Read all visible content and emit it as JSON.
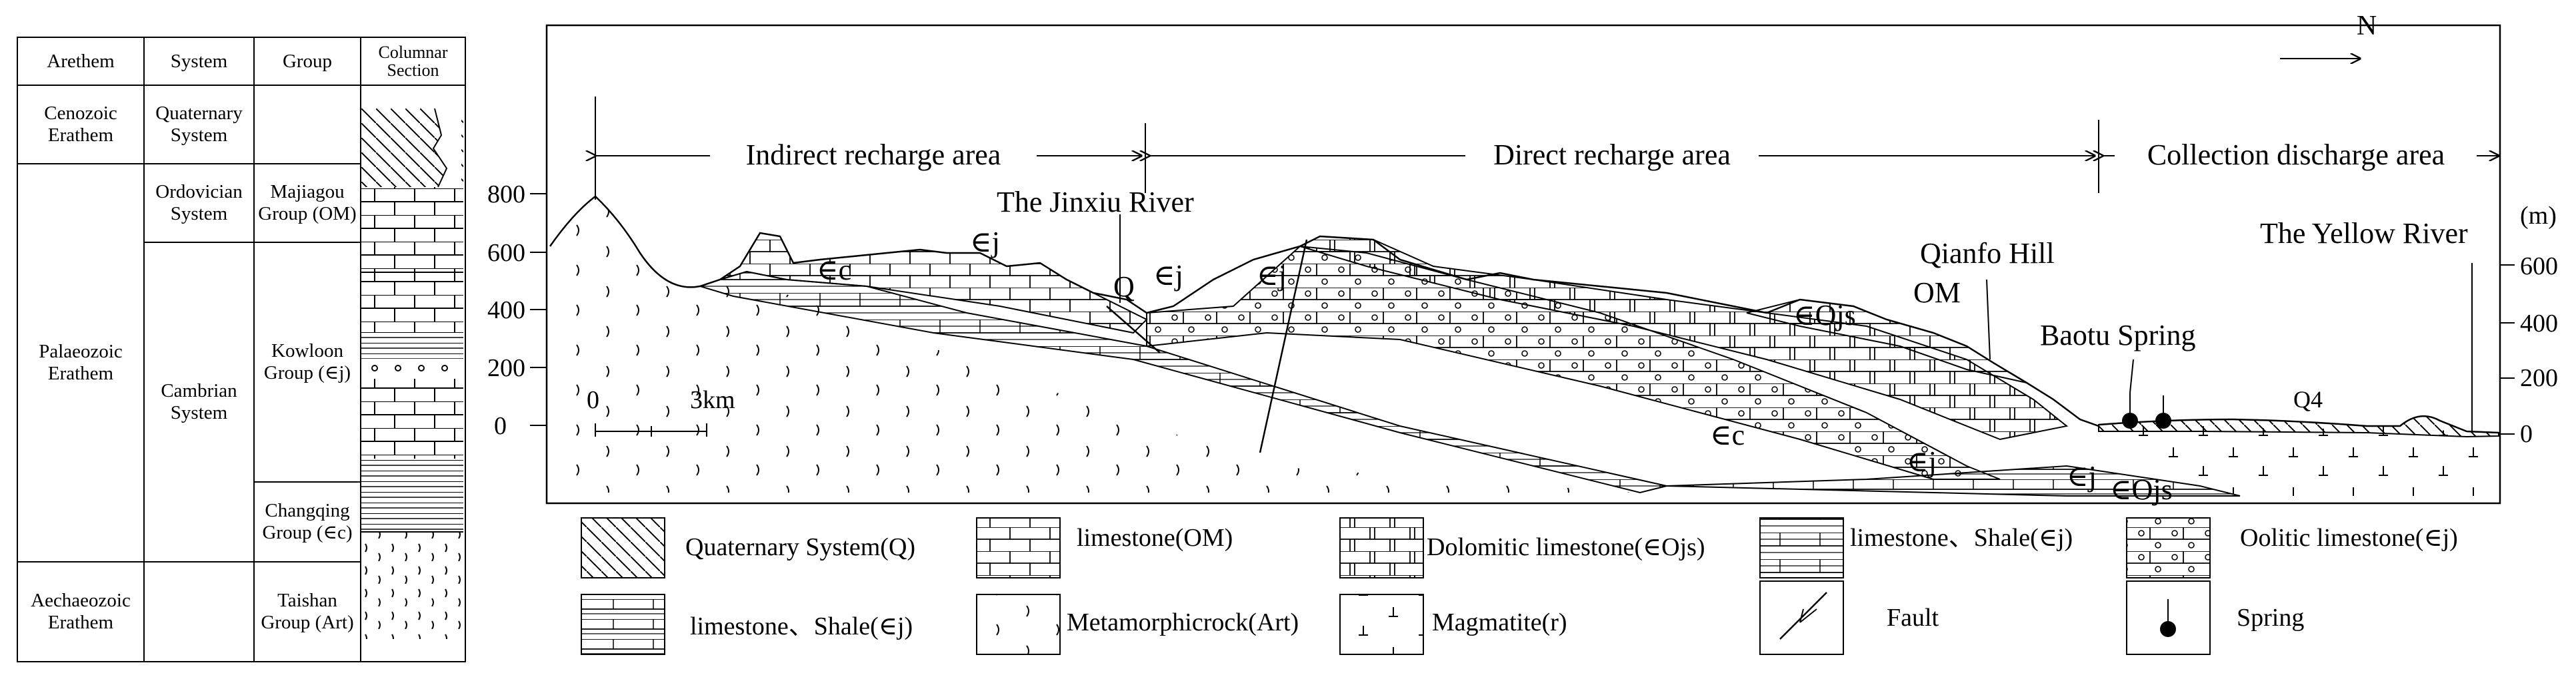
{
  "strat_table": {
    "headers": [
      "Arethem",
      "System",
      "Group",
      "Columnar Section"
    ],
    "rows": {
      "cenozoic": {
        "erathem": "Cenozoic Erathem",
        "system": "Quaternary System"
      },
      "palaeozoic": {
        "erathem": "Palaeozoic Erathem"
      },
      "ordovician": {
        "system": "Ordovician System",
        "group": "Majiagou Group (OM)"
      },
      "cambrian": {
        "system": "Cambrian System",
        "group_kowloon": "Kowloon Group (∈j)",
        "group_changqing": "Changqing Group (∈c)"
      },
      "aechaeozoic": {
        "erathem": "Aechaeozoic Erathem",
        "group": "Taishan Group (Art)"
      }
    }
  },
  "section": {
    "north_label": "N",
    "areas": [
      "Indirect recharge area",
      "Direct recharge area",
      "Collection discharge area"
    ],
    "left_axis_ticks": [
      "800",
      "600",
      "400",
      "200",
      "0"
    ],
    "right_axis_unit": "(m)",
    "right_axis_ticks": [
      "600",
      "400",
      "200",
      "0"
    ],
    "scale_bar": {
      "start": "0",
      "end": "3km"
    },
    "labels": {
      "jinxiu": "The Jinxiu River",
      "qianfo": "Qianfo Hill",
      "baotu": "Baotu Spring",
      "yellow": "The Yellow River",
      "q4": "Q4",
      "c1": "∈c",
      "j1": "∈j",
      "q": "Q",
      "j2": "∈j",
      "j3": "∈j",
      "ojs1": "∈Ojs",
      "om": "OM",
      "c2": "∈c",
      "j4": "∈j",
      "j5": "∈j",
      "ojs2": "∈Ojs"
    }
  },
  "legend": [
    {
      "key": "quaternary",
      "label": "Quaternary System(Q)"
    },
    {
      "key": "limestone_om",
      "label": "limestone(OM)"
    },
    {
      "key": "dolomitic",
      "label": "Dolomitic limestone(∈Ojs)"
    },
    {
      "key": "ls_shale_1",
      "label": "limestone、Shale(∈j)"
    },
    {
      "key": "oolitic",
      "label": "Oolitic limestone(∈j)"
    },
    {
      "key": "ls_shale_2",
      "label": "limestone、Shale(∈j)"
    },
    {
      "key": "metamorphic",
      "label": "Metamorphicrock(Art)"
    },
    {
      "key": "magmatite",
      "label": "Magmatite(r)"
    },
    {
      "key": "fault",
      "label": "Fault"
    },
    {
      "key": "spring",
      "label": "Spring"
    }
  ]
}
